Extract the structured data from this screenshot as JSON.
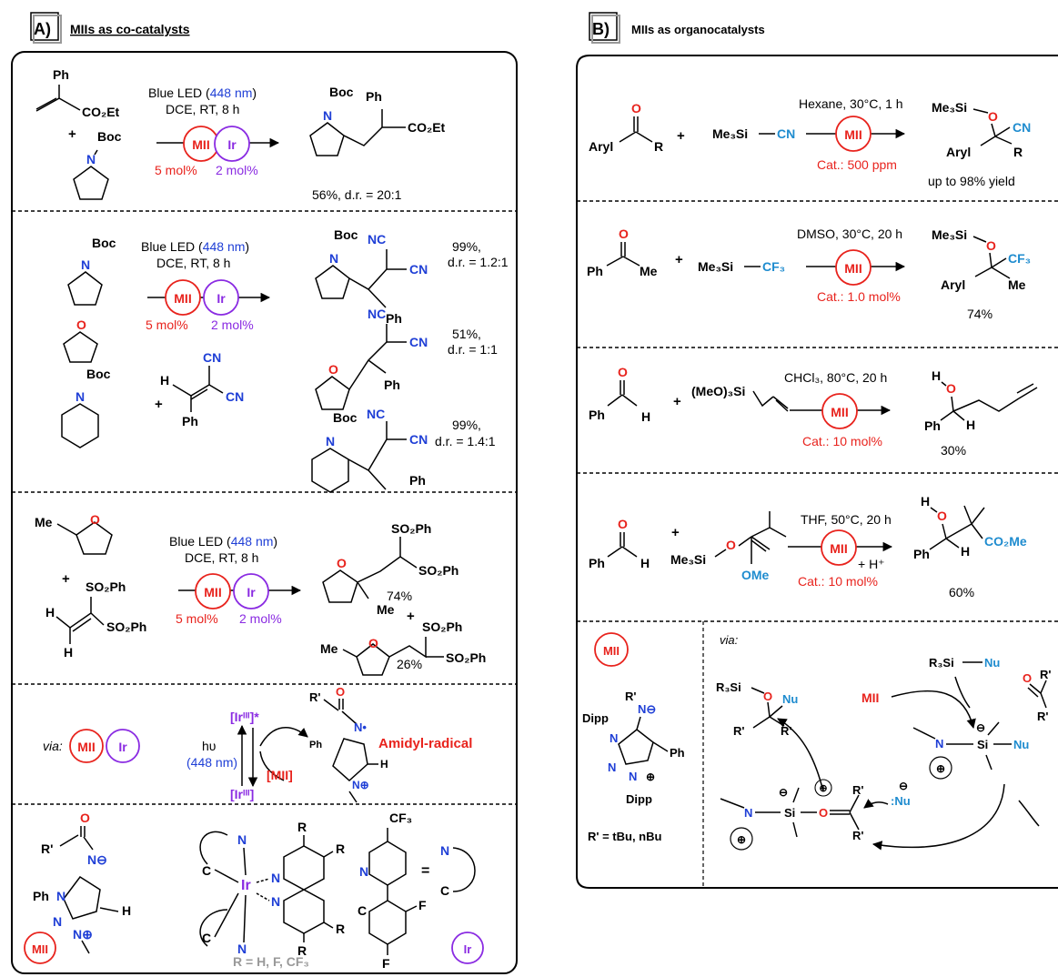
{
  "panelA": {
    "letter": "A)",
    "title": "MIIs as co-catalysts",
    "r1": {
      "sub1_ph": "Ph",
      "sub1_ester": "CO₂Et",
      "plus": "+",
      "sub2_boc": "Boc",
      "sub2_n": "N",
      "cond_led": "Blue LED (",
      "cond_nm": "448 nm",
      "cond_close": ")",
      "cond2": "DCE, RT, 8 h",
      "mii": "MII",
      "ir": "Ir",
      "load_mii": "5 mol%",
      "load_ir": "2 mol%",
      "prod_boc": "Boc",
      "prod_n": "N",
      "prod_ph": "Ph",
      "prod_ester": "CO₂Et",
      "result": "56%, d.r. = 20:1"
    },
    "r2": {
      "s1_boc": "Boc",
      "s1_n": "N",
      "s2_o": "O",
      "s3_boc": "Boc",
      "s3_n": "N",
      "acc_h": "H",
      "acc_plus": "+",
      "acc_cn1": "CN",
      "acc_cn2": "CN",
      "acc_ph": "Ph",
      "cond_led": "Blue LED (",
      "cond_nm": "448 nm",
      "cond_close": ")",
      "cond2": "DCE, RT, 8 h",
      "mii": "MII",
      "ir": "Ir",
      "load_mii": "5 mol%",
      "load_ir": "2 mol%",
      "p1_boc": "Boc",
      "p1_n": "N",
      "p1_nc": "NC",
      "p1_cn": "CN",
      "p1_ph": "Ph",
      "p1_yield": "99%,",
      "p1_dr": "d.r. = 1.2:1",
      "p2_o": "O",
      "p2_nc": "NC",
      "p2_cn": "CN",
      "p2_ph": "Ph",
      "p2_yield": "51%,",
      "p2_dr": "d.r. = 1:1",
      "p3_boc": "Boc",
      "p3_n": "N",
      "p3_nc": "NC",
      "p3_cn": "CN",
      "p3_ph": "Ph",
      "p3_yield": "99%,",
      "p3_dr": "d.r. = 1.4:1"
    },
    "r3": {
      "s1_me": "Me",
      "s1_o": "O",
      "plus": "+",
      "s2_so1": "SO₂Ph",
      "s2_so2": "SO₂Ph",
      "s2_h1": "H",
      "s2_h2": "H",
      "cond_led": "Blue LED (",
      "cond_nm": "448 nm",
      "cond_close": ")",
      "cond2": "DCE, RT, 8 h",
      "mii": "MII",
      "ir": "Ir",
      "load_mii": "5 mol%",
      "load_ir": "2 mol%",
      "p1_o": "O",
      "p1_me": "Me",
      "p1_so1": "SO₂Ph",
      "p1_so2": "SO₂Ph",
      "p1_yield": "74%",
      "p_plus": "+",
      "p2_me": "Me",
      "p2_o": "O",
      "p2_so1": "SO₂Ph",
      "p2_so2": "SO₂Ph",
      "p2_yield": "26%"
    },
    "mech": {
      "via": "via:",
      "mii": "MII",
      "ir": "Ir",
      "hv": "hυ",
      "hv_nm": "(448 nm)",
      "ir_excited": "[Irᴵᴵᴵ]*",
      "ir_ground": "[Irᴵᴵᴵ]",
      "mii_label": "[MII]",
      "rad_r": "R'",
      "rad_o": "O",
      "rad_n": "N•",
      "rad_ph": "Ph",
      "rad_h": "H",
      "rad_n_plus": "N⊕",
      "amidyl": "Amidyl-radical"
    },
    "struct": {
      "ligand_r": "R'",
      "ligand_o": "O",
      "ligand_n_minus": "N⊖",
      "ligand_ph": "Ph",
      "ligand_n1": "N",
      "ligand_n2": "N",
      "ligand_n3": "N⊕",
      "ligand_h": "H",
      "mii": "MII",
      "ir_center": "Ir",
      "ir_c1": "C",
      "ir_c2": "C",
      "ir_n1": "N",
      "ir_n2": "N",
      "ir_n3": "N",
      "ir_n4": "N",
      "ir_r1": "R",
      "ir_r2": "R",
      "ir_r3": "R",
      "ir_r4": "R",
      "r_def": "R = H, F, CF₃",
      "cf3": "CF₃",
      "lig_n": "N",
      "lig_f1": "F",
      "lig_f2": "F",
      "lig_c": "C",
      "equals": "=",
      "key_n": "N",
      "key_c": "C",
      "ir": "Ir"
    }
  },
  "panelB": {
    "letter": "B)",
    "title": "MIIs as organocatalysts",
    "r1": {
      "s1_o": "O",
      "s1_aryl": "Aryl",
      "s1_r": "R",
      "plus": "+",
      "s2_si": "Me₃Si",
      "s2_cn": "CN",
      "cond": "Hexane, 30°C, 1 h",
      "mii": "MII",
      "cat": "Cat.: 500 ppm",
      "p_si": "Me₃Si",
      "p_o": "O",
      "p_cn": "CN",
      "p_aryl": "Aryl",
      "p_r": "R",
      "result": "up to 98% yield"
    },
    "r2": {
      "s1_o": "O",
      "s1_ph": "Ph",
      "s1_me": "Me",
      "plus": "+",
      "s2_si": "Me₃Si",
      "s2_cf3": "CF₃",
      "cond": "DMSO, 30°C, 20 h",
      "mii": "MII",
      "cat": "Cat.: 1.0 mol%",
      "p_si": "Me₃Si",
      "p_o": "O",
      "p_cf3": "CF₃",
      "p_aryl": "Aryl",
      "p_me": "Me",
      "result": "74%"
    },
    "r3": {
      "s1_o": "O",
      "s1_ph": "Ph",
      "s1_h": "H",
      "plus": "+",
      "s2_si": "(MeO)₃Si",
      "cond": "CHCl₃, 80°C, 20 h",
      "mii": "MII",
      "cat": "Cat.: 10 mol%",
      "p_h": "H",
      "p_o": "O",
      "p_ph": "Ph",
      "p_h2": "H",
      "result": "30%"
    },
    "r4": {
      "s1_o": "O",
      "s1_ph": "Ph",
      "s1_h": "H",
      "plus": "+",
      "s2_si": "Me₃Si",
      "s2_o": "O",
      "s2_ome": "OMe",
      "cond": "THF, 50°C, 20 h",
      "mii": "MII",
      "hplus": "+ H⁺",
      "cat": "Cat.: 10 mol%",
      "p_h": "H",
      "p_o": "O",
      "p_ph": "Ph",
      "p_h2": "H",
      "p_ester": "CO₂Me",
      "result": "60%"
    },
    "mech": {
      "mii": "MII",
      "r_n": "R'",
      "n_minus": "N⊖",
      "dipp1": "Dipp",
      "n1": "N",
      "n2": "N",
      "n3": "N",
      "ph": "Ph",
      "dipp2": "Dipp",
      "n_plus": "⊕",
      "r_def": "R' = tBu, nBu",
      "via": "via:",
      "r3si": "R₃Si",
      "nu_top": "Nu",
      "cycle_mii": "MII",
      "prod_r3si": "R₃Si",
      "prod_o": "O",
      "prod_nu": "Nu",
      "prod_r1": "R'",
      "prod_r2": "R'",
      "int_n": "N",
      "int_minus": "⊖",
      "int_si": "Si",
      "int_nu": "Nu",
      "int_plus": "⊕",
      "ket_o": "O",
      "ket_r1": "R'",
      "ket_r2": "R'",
      "b_n": "N",
      "b_minus": "⊖",
      "b_si": "Si",
      "b_o": "O",
      "b_plus": "⊕",
      "b_r1": "R'",
      "b_r2": "R'",
      "b_nu_minus": "⊖",
      "b_nu": ":Nu",
      "b_cat_plus": "⊕"
    }
  },
  "colors": {
    "mii": "#e8231d",
    "ir": "#8a2be2",
    "nm": "#1f3fd6",
    "n": "#1f3fd6",
    "cn": "#1f8ccf",
    "o": "#e8231d",
    "f": "#000000"
  }
}
